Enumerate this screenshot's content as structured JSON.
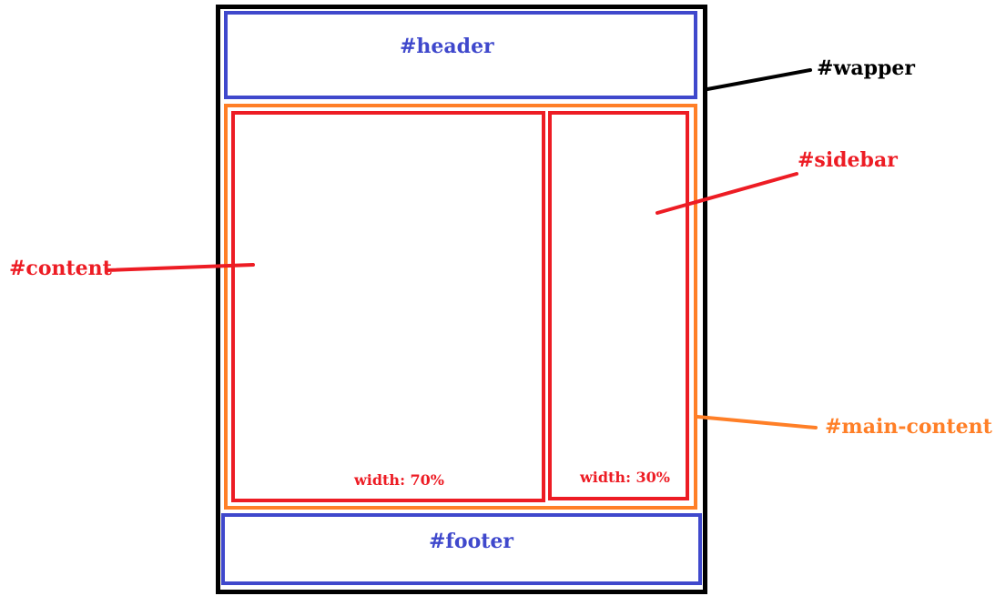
{
  "colors": {
    "wrapper": "#000000",
    "header_footer": "#3f48cc",
    "main_content": "#ff7f27",
    "content_sidebar": "#ed1c24"
  },
  "boxes": {
    "header": {
      "label": "#header"
    },
    "footer": {
      "label": "#footer"
    },
    "content": {
      "width_note": "width: 70%"
    },
    "sidebar": {
      "width_note": "width: 30%"
    }
  },
  "callouts": {
    "wrapper": "#wapper",
    "sidebar": "#sidebar",
    "content": "#content",
    "main_content": "#main-content"
  }
}
